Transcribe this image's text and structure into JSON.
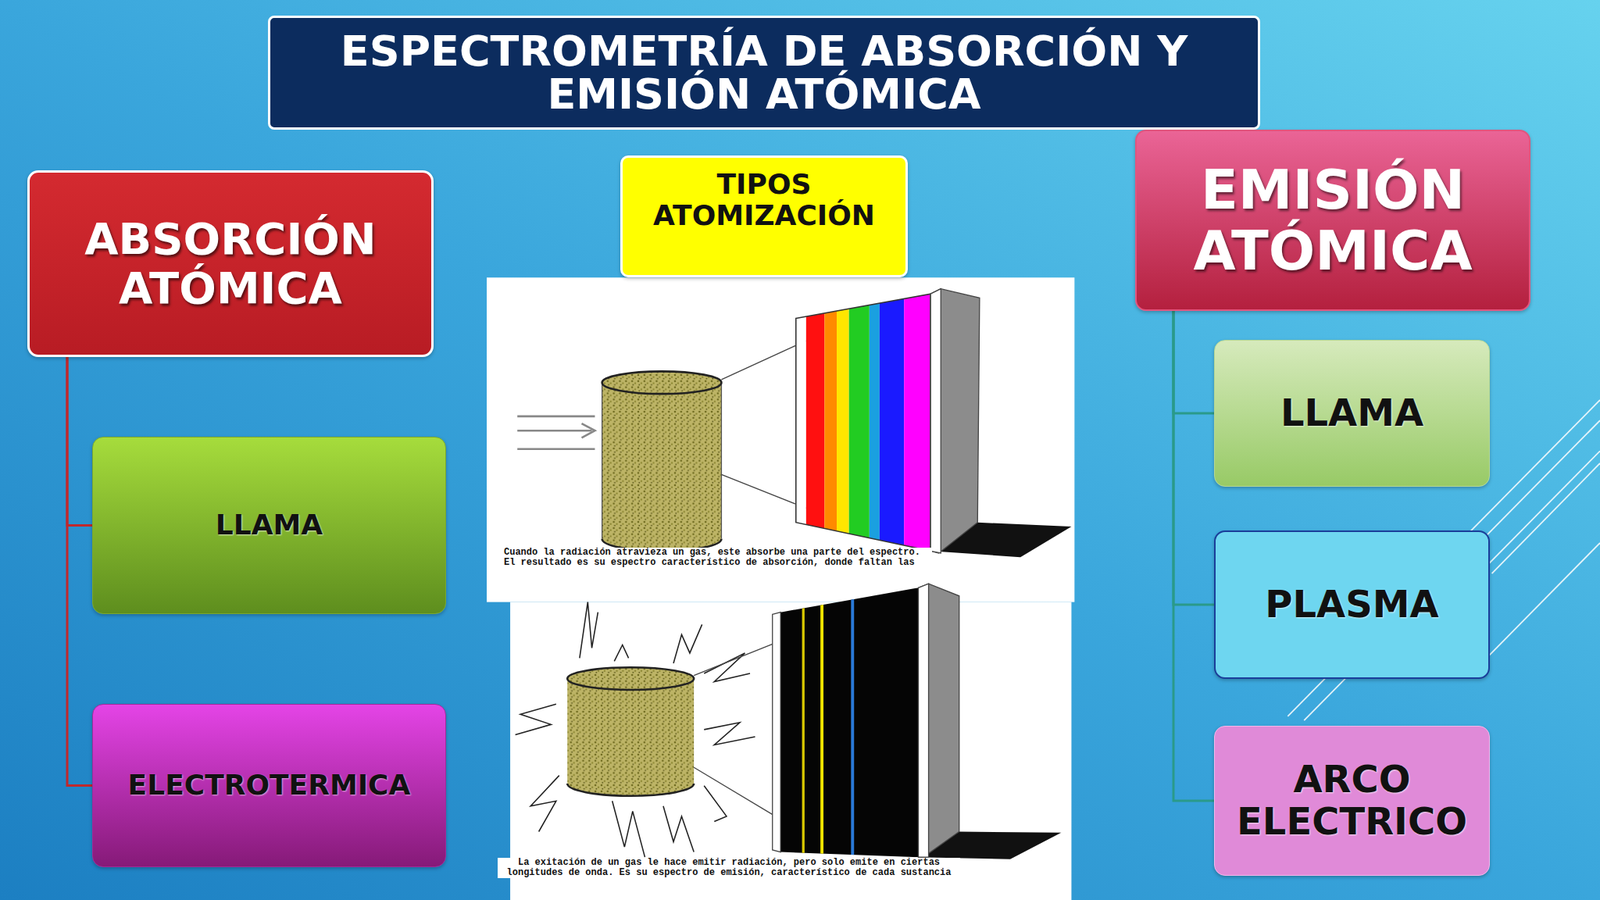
{
  "diagram": {
    "title": "ESPECTROMETRÍA DE ABSORCIÓN Y EMISIÓN ATÓMICA",
    "nodes": [
      {
        "text": [
          "ABSORCIÓN ATÓMICA"
        ]
      },
      {
        "text": [
          "LLAMA"
        ]
      },
      {
        "text": [
          "ELECTROTERMICA"
        ]
      },
      {
        "text": [
          "TIPOS ATOMIZACIÓN"
        ]
      },
      {
        "text": [
          "EMISIÓN ATÓMICA"
        ]
      },
      {
        "text": [
          "LLAMA"
        ]
      },
      {
        "text": [
          "PLASMA"
        ]
      },
      {
        "text": [
          "ARCO ELECTRICO"
        ]
      }
    ],
    "edges": [
      {
        "from": 0,
        "to": 1,
        "arrow": "none"
      },
      {
        "from": 0,
        "to": 2,
        "arrow": "none"
      },
      {
        "from": 4,
        "to": 5,
        "arrow": "none"
      },
      {
        "from": 4,
        "to": 6,
        "arrow": "none"
      },
      {
        "from": 4,
        "to": 7,
        "arrow": "none"
      }
    ],
    "labels": [
      "Cuando la radiación atravieza un gas, este absorbe una parte del espectro. El resultado es su espectro característico de absorción, donde faltan las",
      "La exitación de un gas le hace emitir radiación, pero solo emite en ciertas longitudes de onda. Es su espectro de emisión, característico de cada  sustancia"
    ]
  }
}
